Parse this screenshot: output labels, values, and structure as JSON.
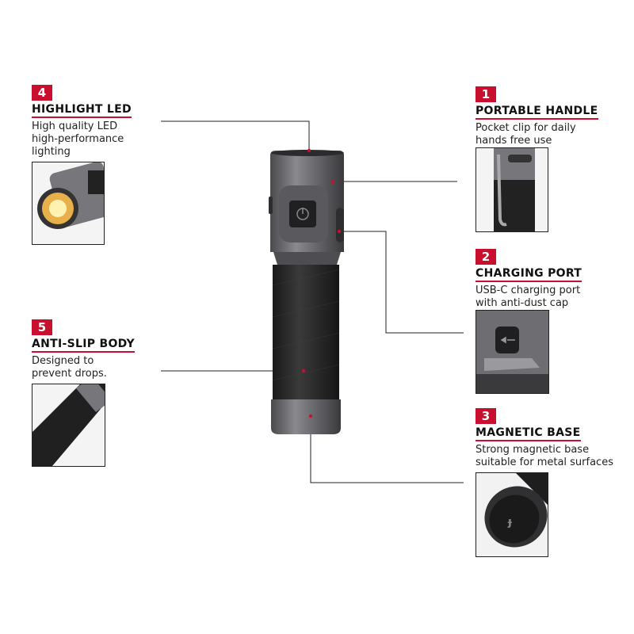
{
  "features": [
    {
      "number": "4",
      "title": "HIGHLIGHT LED",
      "description": "High quality LED\nhigh-performance\nlighting",
      "icon": "led-head-thumbnail"
    },
    {
      "number": "5",
      "title": "ANTI-SLIP BODY",
      "description": "Designed to\nprevent drops.",
      "icon": "body-grip-thumbnail"
    },
    {
      "number": "1",
      "title": "PORTABLE HANDLE",
      "description": "Pocket clip for daily\nhands free use",
      "icon": "pocket-clip-thumbnail"
    },
    {
      "number": "2",
      "title": "CHARGING PORT",
      "description": "USB-C charging port\nwith anti-dust cap",
      "icon": "usb-port-thumbnail"
    },
    {
      "number": "3",
      "title": "MAGNETIC BASE",
      "description": "Strong magnetic base\nsuitable for metal surfaces",
      "icon": "magnetic-base-thumbnail"
    }
  ],
  "colors": {
    "accent": "#c8102e",
    "body": "#2a2a2a",
    "metal": "#6b6b6e"
  }
}
